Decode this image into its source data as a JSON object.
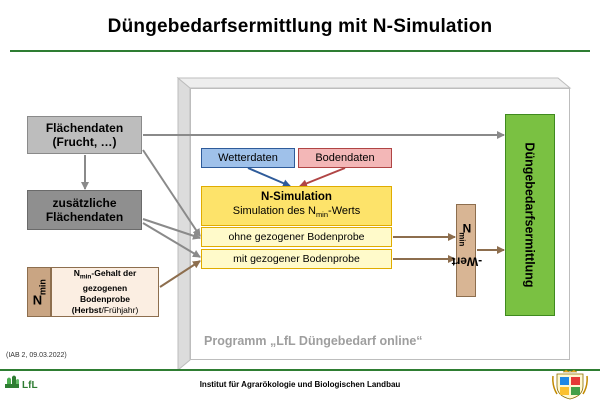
{
  "title": "Düngebedarfsermittlung mit N-Simulation",
  "inputs": {
    "flaechendaten": {
      "line1": "Flächendaten",
      "line2": "(Frucht, …)"
    },
    "zusatz": {
      "line1": "zusätzliche",
      "line2": "Flächendaten"
    },
    "nmin_tab": {
      "main": "N",
      "sub": "min"
    },
    "nmin_box": {
      "l1_n": "N",
      "l1_sub": "min",
      "l1_rest": "-Gehalt der",
      "l2": "gezogenen",
      "l3": "Bodenprobe",
      "l4_bold": "(Herbst",
      "l4_rest": "/Frühjahr)"
    }
  },
  "program": {
    "wetterdaten": "Wetterdaten",
    "bodendaten": "Bodendaten",
    "nsim": {
      "title": "N-Simulation",
      "sub_pre": "Simulation des N",
      "sub_sub": "min",
      "sub_post": "-Werts"
    },
    "row_without": "ohne gezogener Bodenprobe",
    "row_with": "mit gezogener Bodenprobe",
    "nwert": {
      "main": "N",
      "sub": "min",
      "post": "-Wert"
    },
    "label": "Programm „LfL Düngebedarf online“"
  },
  "output": {
    "label": "Düngebedarfsermittlung"
  },
  "footer": {
    "source": "(IAB 2, 09.03.2022)",
    "logo_text": "LfL",
    "institute": "Institut für Agrarökologie und Biologischen Landbau"
  },
  "colors": {
    "green_rule": "#2e7d32",
    "gray_arrow": "#8a8a8a",
    "brown_arrow": "#8d6e4e",
    "blue_arrow": "#2e5b9a",
    "red_arrow": "#b04545",
    "output_green": "#7ac142",
    "yellow": "#fde36a"
  },
  "icons": [
    "lfl-logo-icon",
    "bavaria-coat-of-arms-icon"
  ]
}
